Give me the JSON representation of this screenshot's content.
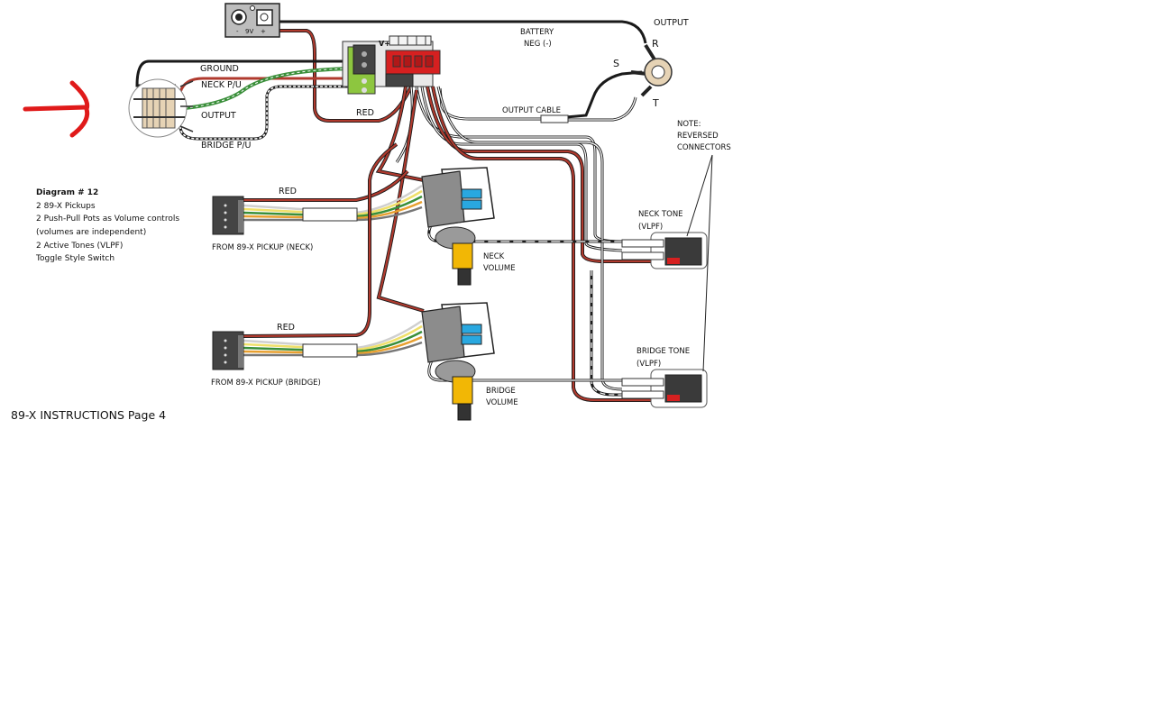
{
  "labels": {
    "output_jack": "OUTPUT",
    "battery_line1": "BATTERY",
    "battery_line2": "NEG (-)",
    "battery_neg": "-",
    "battery_9v": "9V",
    "battery_pos": "+",
    "ground": "GROUND",
    "neck_pu": "NECK P/U",
    "switch_output": "OUTPUT",
    "bridge_pu": "BRIDGE P/U",
    "red_main": "RED",
    "output_cable": "OUTPUT CABLE",
    "vplus": "V+",
    "jack_s": "S",
    "jack_r": "R",
    "jack_t": "T",
    "note_line1": "NOTE:",
    "note_line2": "REVERSED",
    "note_line3": "CONNECTORS",
    "red_neck": "RED",
    "from_neck": "FROM 89-X PICKUP (NECK)",
    "neck_volume_1": "NECK",
    "neck_volume_2": "VOLUME",
    "neck_tone_1": "NECK TONE",
    "neck_tone_2": "(VLPF)",
    "red_bridge": "RED",
    "from_bridge": "FROM 89-X PICKUP (BRIDGE)",
    "bridge_volume_1": "BRIDGE",
    "bridge_volume_2": "VOLUME",
    "bridge_tone_1": "BRIDGE TONE",
    "bridge_tone_2": "(VLPF)"
  },
  "diagram_info": {
    "title": "Diagram # 12",
    "lines": [
      "2 89-X Pickups",
      "2 Push-Pull Pots as Volume controls",
      "(volumes are independent)",
      "2 Active Tones (VLPF)",
      "Toggle Style Switch"
    ]
  },
  "page_title": "89-X INSTRUCTIONS Page 4",
  "colors": {
    "red_wire": "#b03a2e",
    "black_wire": "#1a1a1a",
    "green_wire": "#3a8f3a",
    "arrow": "#e01a1a",
    "connector_red": "#d62020",
    "connector_green": "#8dc63f",
    "switch_blue": "#29a8e0",
    "knob_yellow": "#f2b705"
  }
}
